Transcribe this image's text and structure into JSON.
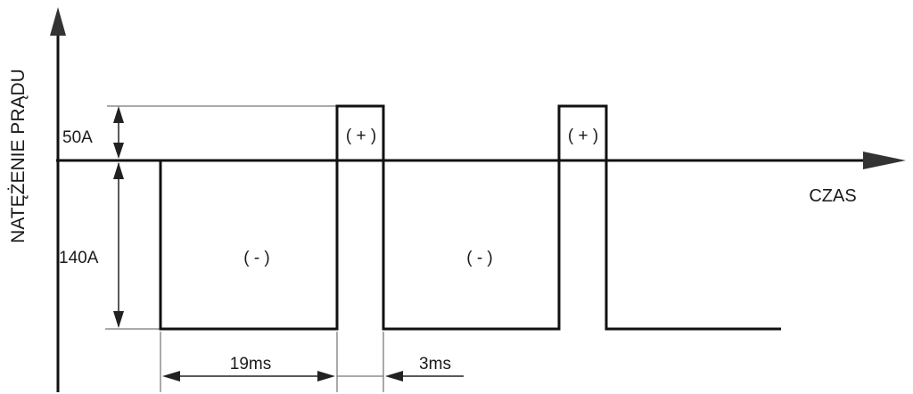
{
  "axes": {
    "y_label": "NATĘŻENIE PRĄDU",
    "x_label": "CZAS"
  },
  "levels": {
    "positive": "50A",
    "negative": "140A"
  },
  "durations": {
    "negative": "19ms",
    "positive": "3ms"
  },
  "regions": {
    "negative_sign": "( - )",
    "positive_sign": "( + )"
  },
  "colors": {
    "stroke": "#111111",
    "background": "#ffffff"
  }
}
